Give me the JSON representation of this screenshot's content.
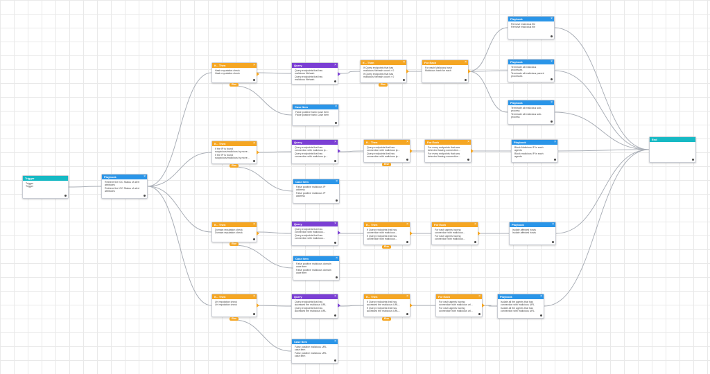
{
  "colors": {
    "trigger": "#16b9c4",
    "playbook": "#2a95e8",
    "if_then": "#f5a623",
    "query": "#7b3fd4",
    "for_each": "#f5a623",
    "case_item": "#2a95e8",
    "end": "#16b9c4",
    "edge": "#a9aeb6"
  },
  "nodes": {
    "trigger": {
      "title": "Trigger",
      "lines": [
        "Trigger",
        "Trigger"
      ]
    },
    "pb_root": {
      "title": "Playbook",
      "lines": [
        "Retrieve the IOC Status of alert",
        "attributes",
        "Retrieve the IOC Status of alert",
        "attributes"
      ]
    },
    "if1": {
      "title": "If... Then",
      "lines": [
        "Hash reputation check",
        "Hash reputation check"
      ],
      "pill": "Else"
    },
    "q1": {
      "title": "Query",
      "lines": [
        "Query endpoints that has",
        "malicious filehash",
        "Query endpoints that has",
        "malicious filehash"
      ]
    },
    "it1": {
      "title": "If... Then",
      "lines": [
        "If Query endpoints that has",
        "malicious filehash count > 0",
        "If Query endpoints that has",
        "malicious filehash count > 0"
      ],
      "pill": "Else"
    },
    "fe1": {
      "title": "For Each",
      "lines": [
        "For each Malicious hash",
        "Malicious hash for each"
      ]
    },
    "c1": {
      "title": "Case Item",
      "lines": [
        "False positive hash Case Item",
        "False positive hash Case Item"
      ]
    },
    "pb1a": {
      "title": "Playbook",
      "lines": [
        "Remove malicious file",
        "Remove malicious file"
      ]
    },
    "pb1b": {
      "title": "Playbook",
      "lines": [
        "Terminate all malicious",
        "processes",
        "Terminate all malicious parent",
        "processes"
      ]
    },
    "pb1c": {
      "title": "Playbook",
      "lines": [
        "Terminate all malicious sub-",
        "process",
        "Terminate all malicious sub-",
        "process"
      ]
    },
    "if2": {
      "title": "If... Then",
      "lines": [
        "If the IP is found",
        "suspicious/malicious by more...",
        "If the IP is found",
        "suspicious/malicious by more..."
      ],
      "pill": "Else"
    },
    "q2": {
      "title": "Query",
      "lines": [
        "Query endpoints that has",
        "connection with malicious ip...",
        "Query endpoints that has",
        "connection with malicious ip..."
      ]
    },
    "it2": {
      "title": "If... Then",
      "lines": [
        "Query endpoints that has",
        "connection with malicious ip...",
        "Query endpoints that has",
        "connection with malicious ip..."
      ],
      "pill": "Else"
    },
    "fe2": {
      "title": "For Each",
      "lines": [
        "For every endpoints that was",
        "detected having connection...",
        "For every endpoints that was",
        "detected having connection..."
      ]
    },
    "pb2": {
      "title": "Playbook",
      "lines": [
        "Block Malicious IP in each",
        "agents",
        "Block malicious IP in each",
        "agents"
      ]
    },
    "c2": {
      "title": "Case Item",
      "lines": [
        "False positive malicious IP",
        "address",
        "False positive malicious IP",
        "address"
      ]
    },
    "if3": {
      "title": "If... Then",
      "lines": [
        "Domain reputation check",
        "Domain reputation check"
      ],
      "pill": "Else"
    },
    "q3": {
      "title": "Query",
      "lines": [
        "Query endpoints that has",
        "connection with malicious...",
        "Query endpoints that has",
        "connection with malicious..."
      ]
    },
    "it3": {
      "title": "If... Then",
      "lines": [
        "If Query endpoints that has",
        "connection with malicious...",
        "If Query endpoints that has",
        "connection with malicious..."
      ],
      "pill": "Else"
    },
    "fe3": {
      "title": "For Each",
      "lines": [
        "For each agents having",
        "connection with malicious...",
        "For each agents having",
        "connection with malicious..."
      ]
    },
    "pb3": {
      "title": "Playbook",
      "lines": [
        "Isolate affected hosts",
        "Isolate affected hosts"
      ]
    },
    "c3": {
      "title": "Case Item",
      "lines": [
        "False positive malicious domain",
        "case item",
        "False positive malicious domain",
        "case item"
      ]
    },
    "if4": {
      "title": "If... Then",
      "lines": [
        "Url reputation check",
        "Url reputation check"
      ],
      "pill": "Else"
    },
    "q4": {
      "title": "Query",
      "lines": [
        "Query endpoints that has",
        "accessed the malicious URL",
        "Query endpoints that has",
        "accessed the malicious URL"
      ]
    },
    "it4": {
      "title": "If... Then",
      "lines": [
        "If Query endpoints that has",
        "accessed the malicious URL...",
        "If Query endpoints that has",
        "accessed the malicious URL..."
      ],
      "pill": "Else"
    },
    "fe4": {
      "title": "For Each",
      "lines": [
        "For each agents having",
        "connection with malicious url...",
        "For each agents having",
        "connection with malicious url..."
      ]
    },
    "pb4": {
      "title": "Playbook",
      "lines": [
        "Isolate all the agents that has",
        "connection with malicious URL",
        "Isolate all the agents that has",
        "connection with malicious URL"
      ]
    },
    "c4": {
      "title": "Case Item",
      "lines": [
        "False positive malicious URL",
        "case item",
        "False positive malicious URL",
        "case item"
      ]
    },
    "end": {
      "title": "End",
      "lines": []
    }
  },
  "edges": [
    [
      "trigger",
      "pb_root"
    ],
    [
      "pb_root",
      "if1"
    ],
    [
      "pb_root",
      "if2"
    ],
    [
      "pb_root",
      "if3"
    ],
    [
      "pb_root",
      "if4"
    ],
    [
      "if1",
      "q1"
    ],
    [
      "q1",
      "it1"
    ],
    [
      "it1",
      "fe1"
    ],
    [
      "fe1",
      "pb1a"
    ],
    [
      "fe1",
      "pb1b"
    ],
    [
      "fe1",
      "pb1c"
    ],
    [
      "if2",
      "q2"
    ],
    [
      "q2",
      "it2"
    ],
    [
      "it2",
      "fe2"
    ],
    [
      "fe2",
      "pb2"
    ],
    [
      "if3",
      "q3"
    ],
    [
      "q3",
      "it3"
    ],
    [
      "it3",
      "fe3"
    ],
    [
      "fe3",
      "pb3"
    ],
    [
      "if4",
      "q4"
    ],
    [
      "q4",
      "it4"
    ],
    [
      "it4",
      "fe4"
    ],
    [
      "fe4",
      "pb4"
    ],
    [
      "pb1a",
      "end"
    ],
    [
      "pb1b",
      "end"
    ],
    [
      "pb1c",
      "end"
    ],
    [
      "pb2",
      "end"
    ],
    [
      "pb3",
      "end"
    ],
    [
      "pb4",
      "end"
    ]
  ],
  "else_edges": [
    [
      "if1",
      "c1"
    ],
    [
      "if2",
      "c2"
    ],
    [
      "if3",
      "c3"
    ],
    [
      "if4",
      "c4"
    ]
  ]
}
